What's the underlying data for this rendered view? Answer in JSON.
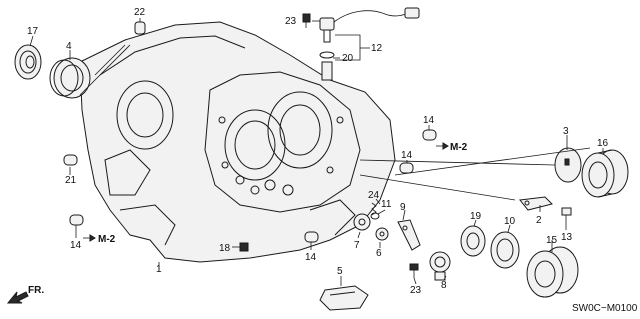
{
  "diagram": {
    "callouts": {
      "c1": "1",
      "c2": "2",
      "c3": "3",
      "c4": "4",
      "c5": "5",
      "c6": "6",
      "c7": "7",
      "c8": "8",
      "c9": "9",
      "c10": "10",
      "c11": "11",
      "c12": "12",
      "c13": "13",
      "c14a": "14",
      "c14b": "14",
      "c14c": "14",
      "c14d": "14",
      "c15": "15",
      "c16": "16",
      "c17": "17",
      "c18": "18",
      "c19": "19",
      "c20": "20",
      "c21": "21",
      "c22": "22",
      "c23a": "23",
      "c23b": "23",
      "c24": "24"
    },
    "refs": {
      "m2_right": "M-2",
      "m2_left": "M-2"
    },
    "front_label": "FR.",
    "diagram_code": "SW0C−M0100"
  }
}
